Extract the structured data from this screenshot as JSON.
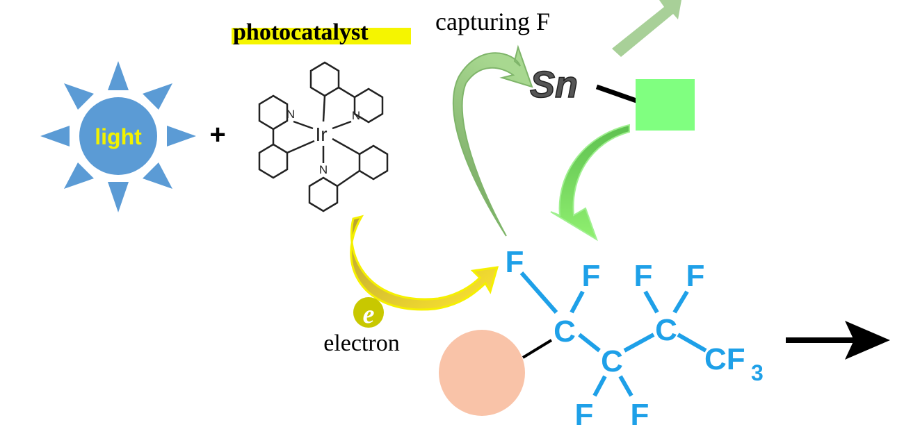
{
  "labels": {
    "light": "light",
    "plus": "+",
    "photocatalyst": "photocatalyst",
    "capturing": "capturing F",
    "electron_symbol": "e",
    "electron": "electron",
    "tin": "Sn",
    "iridium": "Ir",
    "nitrogen": "N",
    "fluorine": "F",
    "carbon": "C",
    "cf3_main": "CF",
    "cf3_sub": "3"
  },
  "colors": {
    "sun": "#5b9bd5",
    "light_text": "#f2f200",
    "highlight": "#f5f500",
    "fluorocarbon": "#1ea0e8",
    "green_box": "#80ff80",
    "peach": "#f9c3a8",
    "electron": "#c8c800"
  }
}
